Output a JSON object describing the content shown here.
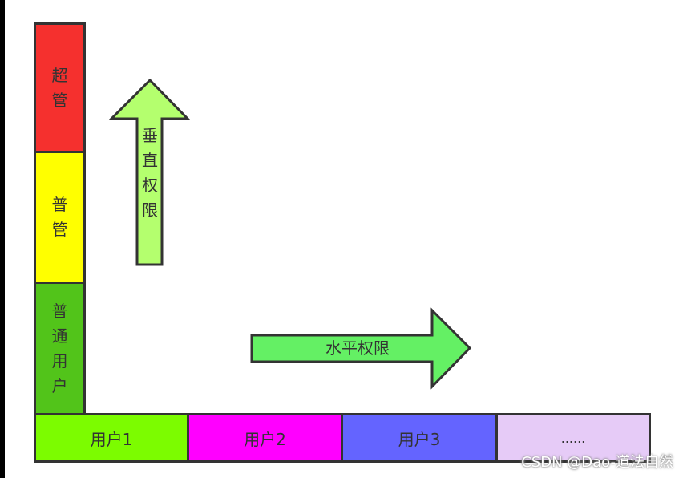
{
  "levels": {
    "super_admin": "超管",
    "normal_admin": "普管",
    "normal_user": "普通用户"
  },
  "users": {
    "user1": "用户1",
    "user2": "用户2",
    "user3": "用户3",
    "more": "......"
  },
  "arrows": {
    "vertical": "垂直权限",
    "horizontal": "水平权限"
  },
  "watermark": "CSDN @Dao-道法自然",
  "colors": {
    "red": "#f5302e",
    "yellow": "#ffff00",
    "green": "#52c41a",
    "lime": "#7cfc00",
    "magenta": "#ff00ff",
    "blue": "#6464ff",
    "lavender": "#e6cbf7",
    "arrow_vertical": "#b4ff6e",
    "arrow_horizontal": "#64f064"
  }
}
